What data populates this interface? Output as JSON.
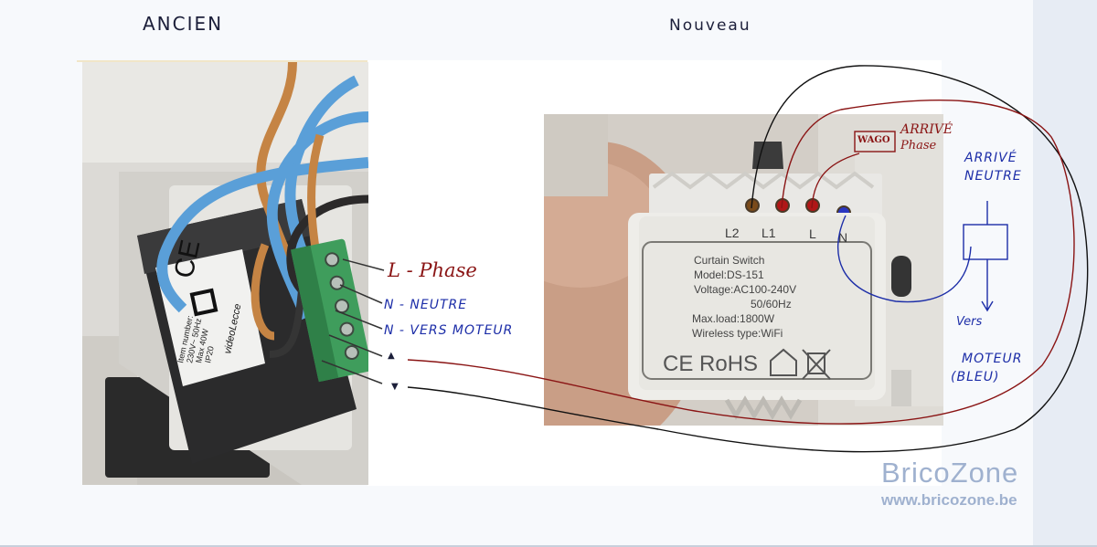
{
  "headings": {
    "old": "ANCIEN",
    "new": "Nouveau"
  },
  "old_annotations": {
    "l_phase": "L - Phase",
    "n_neutre": "N - NEUTRE",
    "n_vers_moteur": "N - VERS MOTEUR",
    "up_arrow": "▲",
    "down_arrow": "▼"
  },
  "new_annotations": {
    "wago": "WAGO",
    "arrive_phase_1": "ARRIVÉ",
    "arrive_phase_2": "Phase",
    "arrive_neutre_1": "ARRIVÉ",
    "arrive_neutre_2": "NEUTRE",
    "vers": "Vers",
    "moteur": "MOTEUR",
    "bleu": "(BLEU)"
  },
  "old_device_label": {
    "brand": "videoLecce",
    "rating_lines": [
      "Item number:",
      "230V~ 50Hz",
      "Max 40W",
      "IP20"
    ]
  },
  "new_device_label": {
    "terminals": [
      "L2",
      "L1",
      "L",
      "N"
    ],
    "lines": [
      "Curtain Switch",
      "Model:DS-151",
      "Voltage:AC100-240V",
      "50/60Hz",
      "Max.load:1800W",
      "Wireless type:WiFi"
    ],
    "marks": "CE RoHS"
  },
  "watermark": {
    "title": "BricoZone",
    "url": "www.bricozone.be"
  },
  "colors": {
    "red_ink": "#8a1414",
    "blue_ink": "#1d2ea8",
    "dark_ink": "#1c1f3a",
    "watermark": "#9fb1cf"
  }
}
